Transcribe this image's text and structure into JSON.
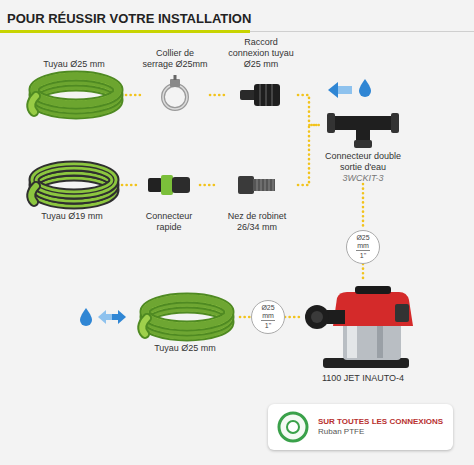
{
  "diagram": {
    "title": "POUR RÉUSSIR VOTRE INSTALLATION",
    "nodes": [
      {
        "text": [
          "Tuyau Ø25 mm"
        ]
      },
      {
        "text": [
          "Collier de serrage Ø25mm"
        ]
      },
      {
        "text": [
          "Raccord connexion tuyau Ø25 mm"
        ]
      },
      {
        "text": [
          "Connecteur double sortie d'eau",
          "3WCKIT-3"
        ]
      },
      {
        "text": [
          "Tuyau Ø19 mm"
        ]
      },
      {
        "text": [
          "Connecteur rapide"
        ]
      },
      {
        "text": [
          "Nez de robinet 26/34 mm"
        ]
      },
      {
        "text": [
          "Ø25 mm",
          "1\""
        ]
      },
      {
        "text": [
          "Tuyau Ø25 mm"
        ]
      },
      {
        "text": [
          "Ø25 mm",
          "1\""
        ]
      },
      {
        "text": [
          "1100 JET INAUTO-4"
        ]
      },
      {
        "text": [
          "SUR TOUTES LES CONNEXIONS",
          "Ruban PTFE"
        ]
      }
    ],
    "edges": [
      {
        "from": 0,
        "to": 1,
        "arrow": "none"
      },
      {
        "from": 1,
        "to": 2,
        "arrow": "none"
      },
      {
        "from": 2,
        "to": 3,
        "arrow": "none"
      },
      {
        "from": 4,
        "to": 5,
        "arrow": "none"
      },
      {
        "from": 5,
        "to": 6,
        "arrow": "none"
      },
      {
        "from": 6,
        "to": 3,
        "arrow": "none"
      },
      {
        "from": 3,
        "to": 7,
        "arrow": "none"
      },
      {
        "from": 7,
        "to": 10,
        "arrow": "none"
      },
      {
        "from": 8,
        "to": 9,
        "arrow": "none"
      },
      {
        "from": 9,
        "to": 10,
        "arrow": "none"
      }
    ]
  }
}
